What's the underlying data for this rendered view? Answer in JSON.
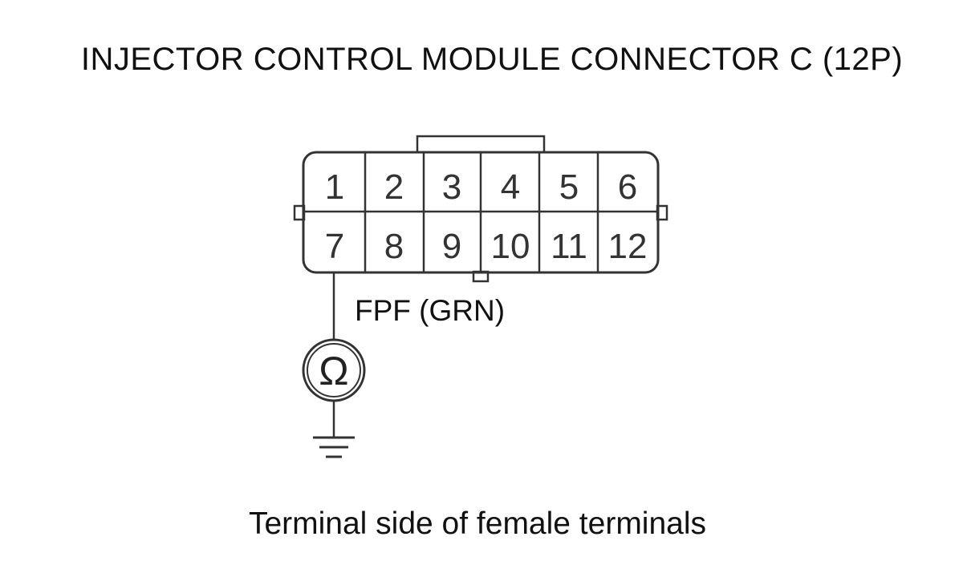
{
  "title": "INJECTOR CONTROL MODULE CONNECTOR C (12P)",
  "connector": {
    "pins_top": [
      "1",
      "2",
      "3",
      "4",
      "5",
      "6"
    ],
    "pins_bottom": [
      "7",
      "8",
      "9",
      "10",
      "11",
      "12"
    ]
  },
  "wire_label": "FPF (GRN)",
  "meter": {
    "symbol": "Ω",
    "icon": "ohmmeter-icon"
  },
  "ground_icon": "ground-icon",
  "caption": "Terminal side of female terminals"
}
